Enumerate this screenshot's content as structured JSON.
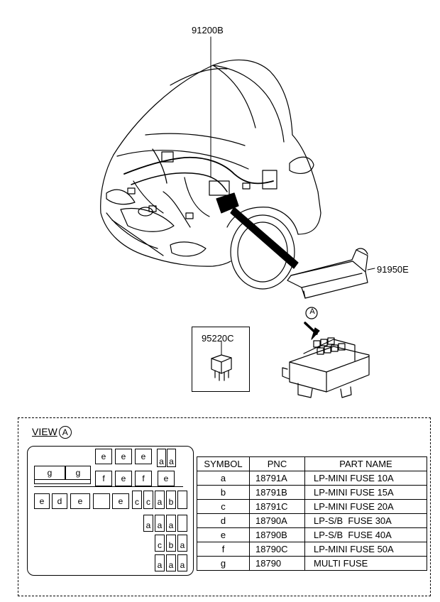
{
  "callouts": {
    "harness": "91200B",
    "junction_box": "91950E",
    "relay": "95220C",
    "view_marker": "A"
  },
  "view": {
    "title": "VIEW",
    "marker": "A"
  },
  "fuse_map": {
    "top_left": [
      "g",
      "g"
    ],
    "row1": [
      "e",
      "e",
      "e",
      "a",
      "a"
    ],
    "row2": [
      "f",
      "e",
      "f",
      "e"
    ],
    "row3": [
      "e",
      "d",
      "e",
      "",
      "e",
      "c",
      "c",
      "a",
      "b"
    ],
    "row4": [
      "a",
      "a",
      "a"
    ],
    "row5": [
      "c",
      "b",
      "a"
    ],
    "row6": [
      "a",
      "a",
      "a"
    ]
  },
  "table": {
    "headers": [
      "SYMBOL",
      "PNC",
      "PART NAME"
    ],
    "rows": [
      {
        "symbol": "a",
        "pnc": "18791A",
        "name": "LP-MINI FUSE 10A"
      },
      {
        "symbol": "b",
        "pnc": "18791B",
        "name": "LP-MINI FUSE 15A"
      },
      {
        "symbol": "c",
        "pnc": "18791C",
        "name": "LP-MINI FUSE 20A"
      },
      {
        "symbol": "d",
        "pnc": "18790A",
        "name": "LP-S/B  FUSE 30A"
      },
      {
        "symbol": "e",
        "pnc": "18790B",
        "name": "LP-S/B  FUSE 40A"
      },
      {
        "symbol": "f",
        "pnc": "18790C",
        "name": "LP-MINI FUSE 50A"
      },
      {
        "symbol": "g",
        "pnc": "18790",
        "name": "MULTI FUSE"
      }
    ]
  }
}
